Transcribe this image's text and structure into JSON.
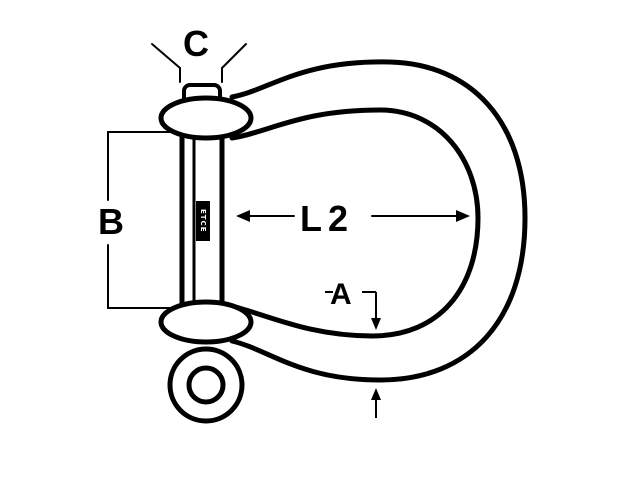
{
  "diagram": {
    "labels": {
      "c": "C",
      "b": "B",
      "l2": "L2",
      "a": "A"
    },
    "pin_marking": "ETCE",
    "colors": {
      "line": "#000000",
      "background": "#ffffff"
    }
  }
}
